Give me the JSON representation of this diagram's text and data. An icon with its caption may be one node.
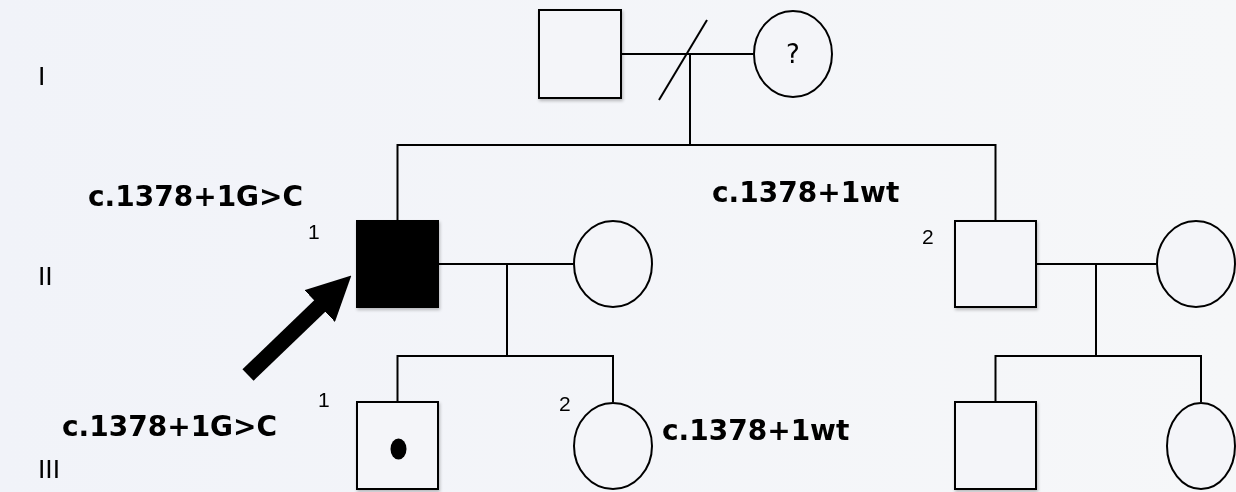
{
  "diagram": {
    "nodes": [
      {
        "text": [],
        "shape": "box"
      },
      {
        "text": [
          "?"
        ]
      },
      {
        "text": [],
        "shape": "box",
        "beside": [
          "1",
          "c.1378+1G>C"
        ]
      },
      {
        "text": [],
        "shape": "circle"
      },
      {
        "text": [],
        "shape": "box",
        "beside": [
          "2",
          "c.1378+1wt"
        ]
      },
      {
        "text": [],
        "shape": "circle"
      },
      {
        "text": [],
        "shape": "box",
        "beside": [
          "1",
          "c.1378+1G>C"
        ]
      },
      {
        "text": [],
        "shape": "circle",
        "beside": [
          "2",
          "c.1378+1wt"
        ]
      },
      {
        "text": [],
        "shape": "box"
      },
      {
        "text": [],
        "shape": "circle"
      }
    ],
    "edges": [
      {
        "from": 0,
        "to": 1,
        "arrow": "none"
      },
      {
        "from": 2,
        "to": 3,
        "arrow": "none"
      },
      {
        "from": 4,
        "to": 5,
        "arrow": "none"
      },
      {
        "from": 0,
        "to": 2,
        "arrow": "none"
      },
      {
        "from": 1,
        "to": 2,
        "arrow": "none"
      },
      {
        "from": 0,
        "to": 4,
        "arrow": "none"
      },
      {
        "from": 1,
        "to": 4,
        "arrow": "none"
      },
      {
        "from": 2,
        "to": 6,
        "arrow": "none"
      },
      {
        "from": 3,
        "to": 6,
        "arrow": "none"
      },
      {
        "from": 2,
        "to": 7,
        "arrow": "none"
      },
      {
        "from": 3,
        "to": 7,
        "arrow": "none"
      },
      {
        "from": 4,
        "to": 8,
        "arrow": "none"
      },
      {
        "from": 5,
        "to": 8,
        "arrow": "none"
      },
      {
        "from": 4,
        "to": 9,
        "arrow": "none"
      },
      {
        "from": 5,
        "to": 9,
        "arrow": "none"
      },
      {
        "from": null,
        "to": 2,
        "arrow": "to",
        "style": "thick"
      }
    ],
    "labels": [
      "I",
      "II",
      "III"
    ]
  }
}
